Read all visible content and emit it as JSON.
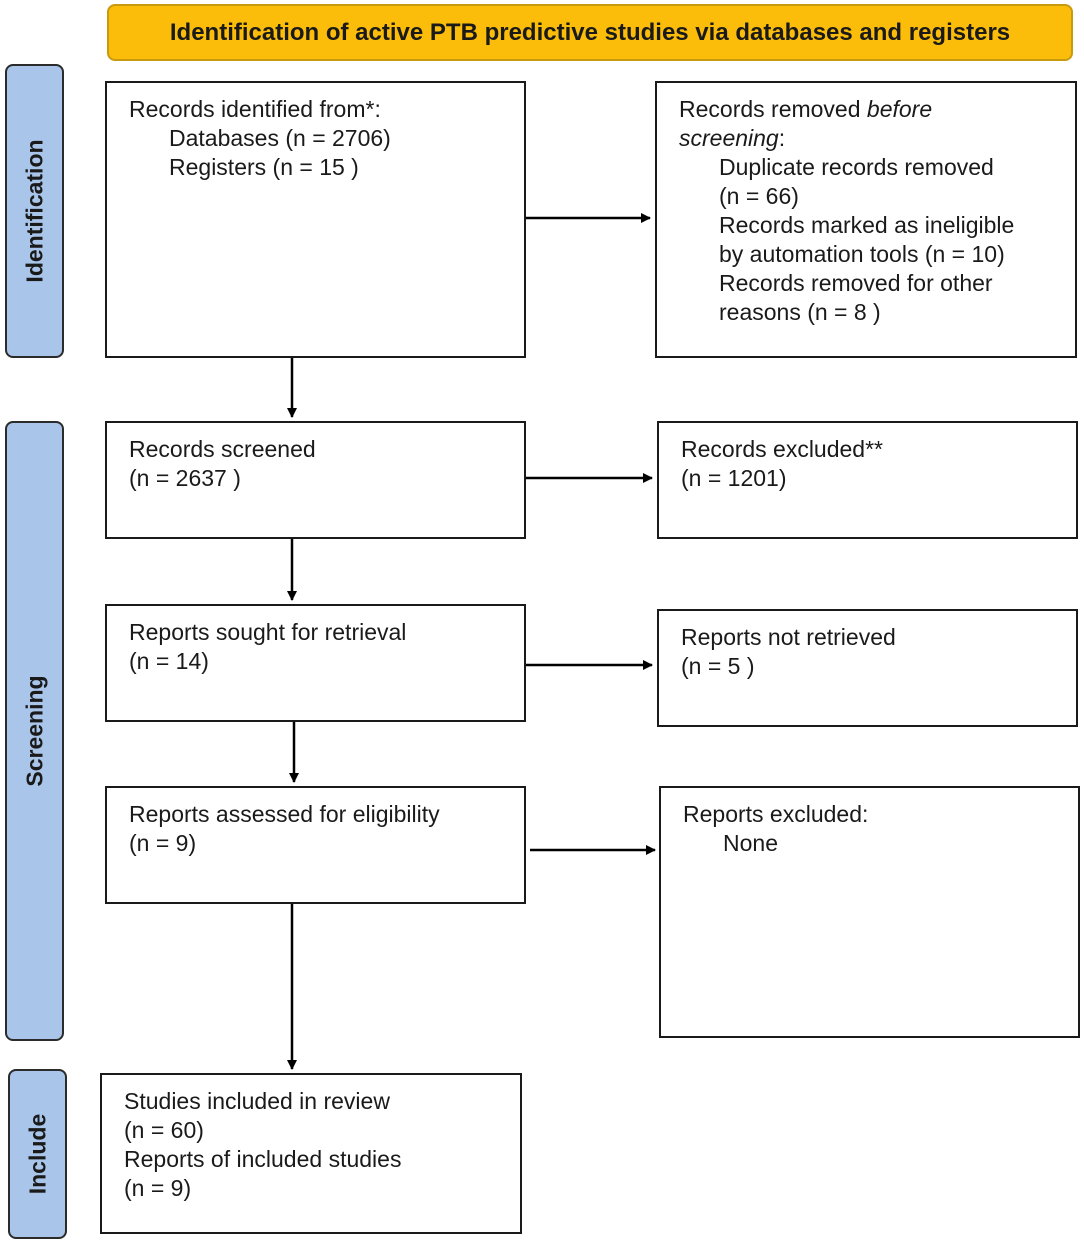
{
  "header": {
    "title": "Identification of active PTB predictive studies via databases and registers"
  },
  "phases": {
    "identification": "Identification",
    "screening": "Screening",
    "include": "Include"
  },
  "identified": {
    "heading": "Records identified from*:",
    "databases": "Databases (n = 2706)",
    "registers": "Registers (n = 15 )"
  },
  "removed": {
    "heading_prefix": "Records removed ",
    "heading_em1": "before",
    "heading_em2": "screening",
    "heading_suffix": ":",
    "duplicates": "Duplicate records removed",
    "duplicates_n": "(n = 66)",
    "ineligible": "Records marked as ineligible",
    "ineligible_n": "by automation tools (n = 10)",
    "other": "Records removed for other",
    "other_n": "reasons (n = 8 )"
  },
  "screened": {
    "label": "Records screened",
    "n": "(n = 2637 )"
  },
  "excluded": {
    "label": "Records excluded**",
    "n": "(n = 1201)"
  },
  "sought": {
    "label": "Reports sought for retrieval",
    "n": "(n = 14)"
  },
  "not_retrieved": {
    "label": "Reports not retrieved",
    "n": "(n = 5 )"
  },
  "assessed": {
    "label": "Reports assessed for eligibility",
    "n": "(n = 9)"
  },
  "reports_excluded": {
    "label": "Reports excluded:",
    "value": "None"
  },
  "included": {
    "studies": "Studies included in review",
    "studies_n": "(n = 60)",
    "reports": "Reports of included studies",
    "reports_n": "(n = 9)"
  }
}
